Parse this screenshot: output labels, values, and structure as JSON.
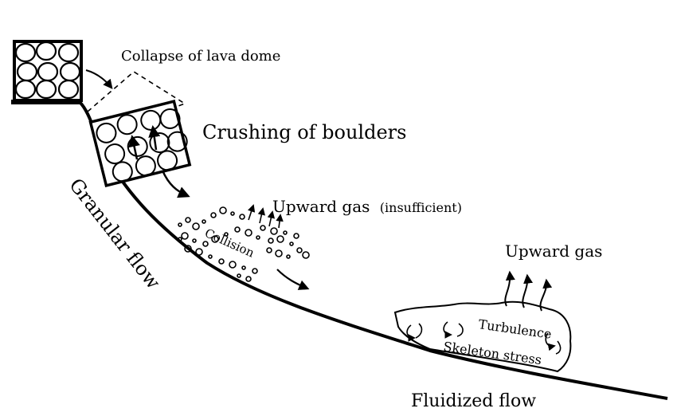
{
  "labels": {
    "collapse": "Collapse of lava dome",
    "crushing": "Crushing of boulders",
    "granular": "Granular flow",
    "upward_gas_1": "Upward gas",
    "insufficient": "(insufficient)",
    "collision": "Collision",
    "upward_gas_2": "Upward gas",
    "turbulence": "Turbulence",
    "skeleton": "Skeleton stress",
    "fluidized": "Fluidized flow"
  },
  "colors": {
    "ink": "#000000",
    "paper": "#ffffff"
  }
}
